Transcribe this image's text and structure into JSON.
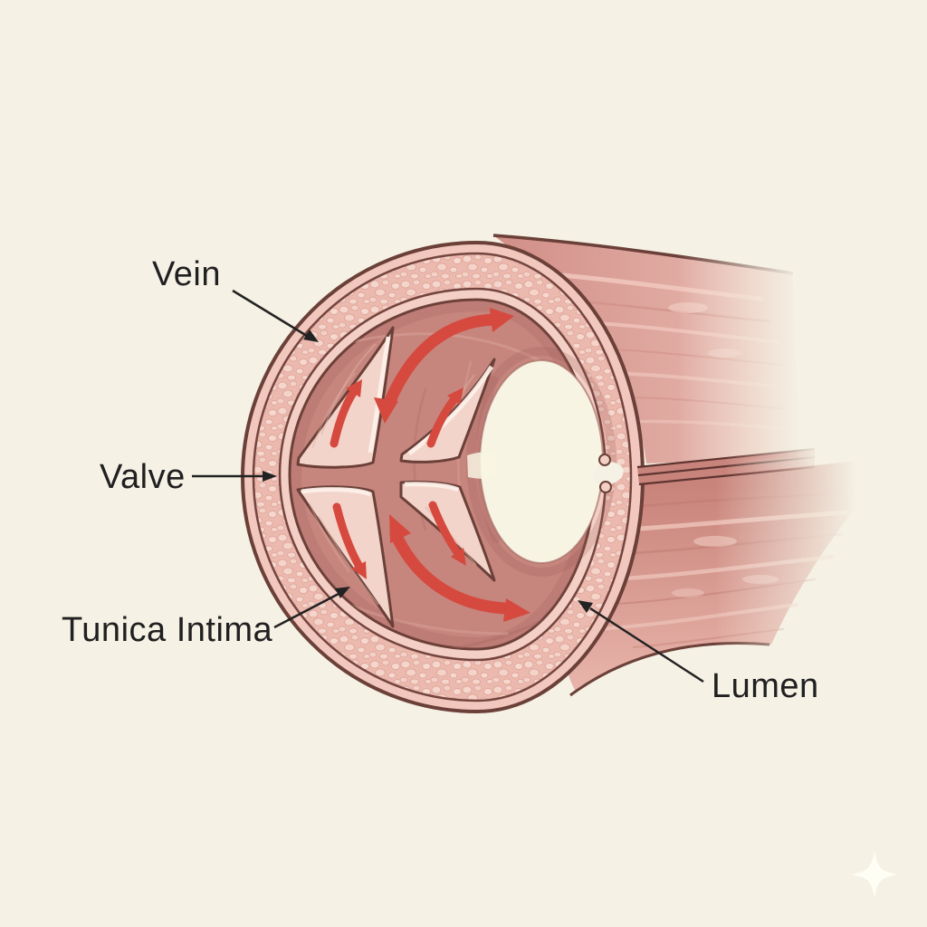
{
  "figure": {
    "background_color": "#f5f1e5",
    "accent_red": "#d6493f",
    "outline_color": "#6b4038",
    "labels": {
      "vein": "Vein",
      "valve": "Valve",
      "tunica_intima": "Tunica Intima",
      "lumen": "Lumen"
    },
    "icons": {
      "sparkle": "sparkle-icon"
    }
  }
}
